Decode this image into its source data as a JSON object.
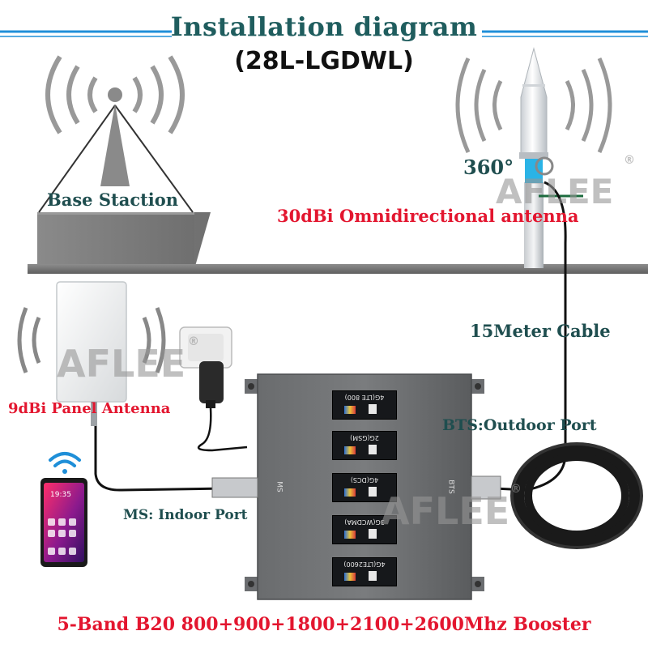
{
  "title": "Installation diagram",
  "model": "(28L-LGDWL)",
  "labels": {
    "base_station": "Base Staction",
    "omni_angle": "360°",
    "omni_antenna": "30dBi Omnidirectional antenna",
    "cable": "15Meter Cable",
    "panel_antenna": "9dBi Panel Antenna",
    "outdoor_port": "BTS:Outdoor Port",
    "indoor_port": "MS: Indoor Port",
    "ms_port": "MS",
    "bts_port": "BTS"
  },
  "bands": [
    "4G(LTE 800)",
    "2G(GSM)",
    "4G(DCS)",
    "3G(WCDMA)",
    "4G(LTE2600)"
  ],
  "phone": {
    "time": "19:35"
  },
  "watermark": {
    "brand": "AFLEE",
    "registered": "®"
  },
  "footer": "5-Band B20 800+900+1800+2100+2600Mhz Booster",
  "colors": {
    "title": "#1f5d5e",
    "accent_red": "#e3162f",
    "line_blue": "#1f8fd8",
    "booster": "#5c5e60"
  }
}
